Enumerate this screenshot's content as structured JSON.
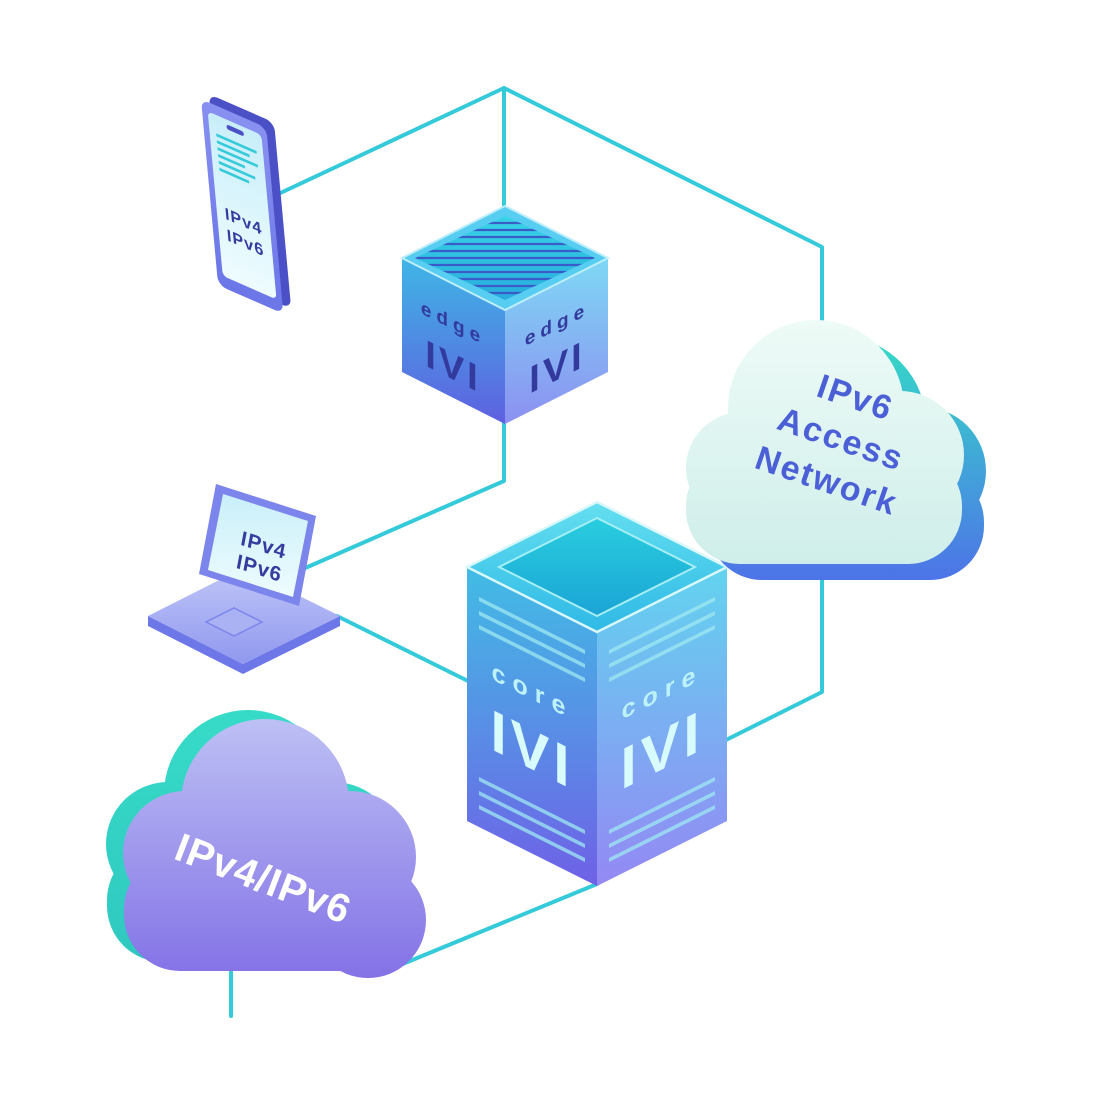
{
  "diagram": {
    "devices": {
      "phone": {
        "line1": "IPv4",
        "line2": "IPv6"
      },
      "laptop": {
        "line1": "IPv4",
        "line2": "IPv6"
      },
      "edge_router": {
        "name": "edge",
        "label": "IVI"
      },
      "core_router": {
        "name": "core",
        "label": "IVI"
      },
      "access_cloud": {
        "line1": "IPv6",
        "line2": "Access",
        "line3": "Network"
      },
      "dual_stack_cloud": {
        "label": "IPv4/IPv6"
      }
    },
    "colors": {
      "connection_line": "#35cad9",
      "device_text": "#353b9f",
      "cloud_text_blue": "#4b5fd6",
      "cloud_text_white": "#ffffff",
      "teal_accent": "#35d8c8",
      "purple_accent": "#8a7ae8"
    }
  }
}
